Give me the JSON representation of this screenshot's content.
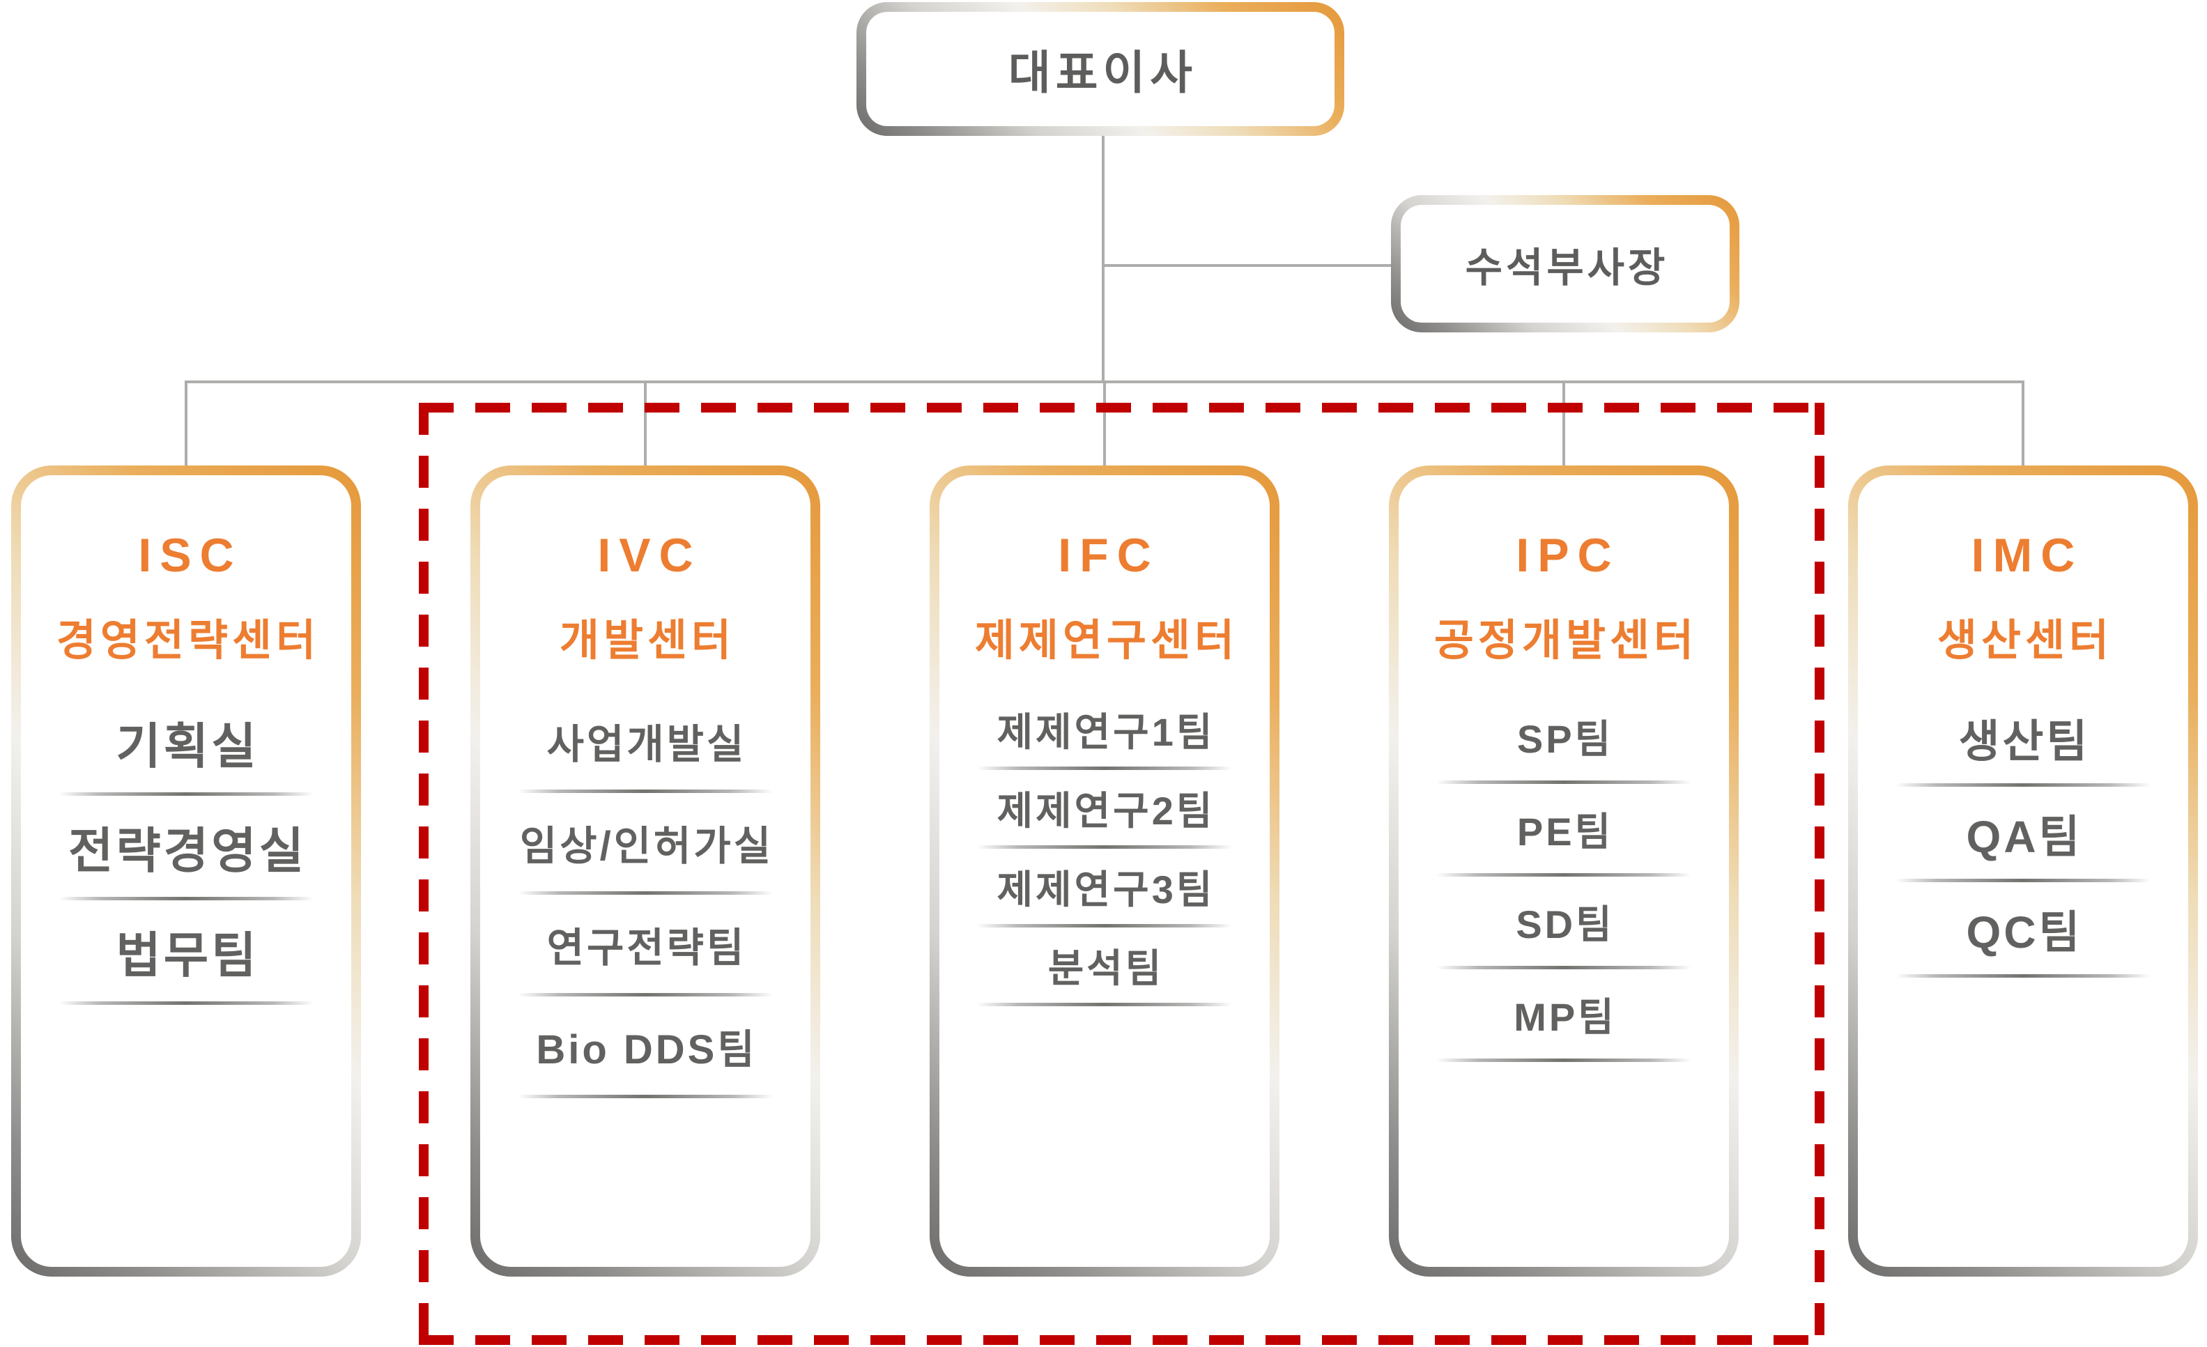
{
  "org": {
    "root": {
      "label": "대표이사"
    },
    "vp": {
      "label": "수석부사장"
    },
    "columns": [
      {
        "acronym": "ISC",
        "name": "경영전략센터",
        "teams": [
          "기획실",
          "전략경영실",
          "법무팀"
        ]
      },
      {
        "acronym": "IVC",
        "name": "개발센터",
        "teams": [
          "사업개발실",
          "임상/인허가실",
          "연구전략팀",
          "Bio DDS팀"
        ]
      },
      {
        "acronym": "IFC",
        "name": "제제연구센터",
        "teams": [
          "제제연구1팀",
          "제제연구2팀",
          "제제연구3팀",
          "분석팀"
        ]
      },
      {
        "acronym": "IPC",
        "name": "공정개발센터",
        "teams": [
          "SP팀",
          "PE팀",
          "SD팀",
          "MP팀"
        ]
      },
      {
        "acronym": "IMC",
        "name": "생산센터",
        "teams": [
          "생산팀",
          "QA팀",
          "QC팀"
        ]
      }
    ],
    "red_highlight": {
      "style": "dashed-rectangle",
      "encloses": [
        "IVC",
        "IFC",
        "IPC"
      ]
    },
    "colors": {
      "accent_orange": "#ED7D31",
      "border_orange": "#E5983A",
      "border_gray": "#6B6A68",
      "text_gray": "#595959",
      "connector_gray": "#AEADAB",
      "highlight_red": "#C00000",
      "background": "#FFFFFF"
    }
  }
}
